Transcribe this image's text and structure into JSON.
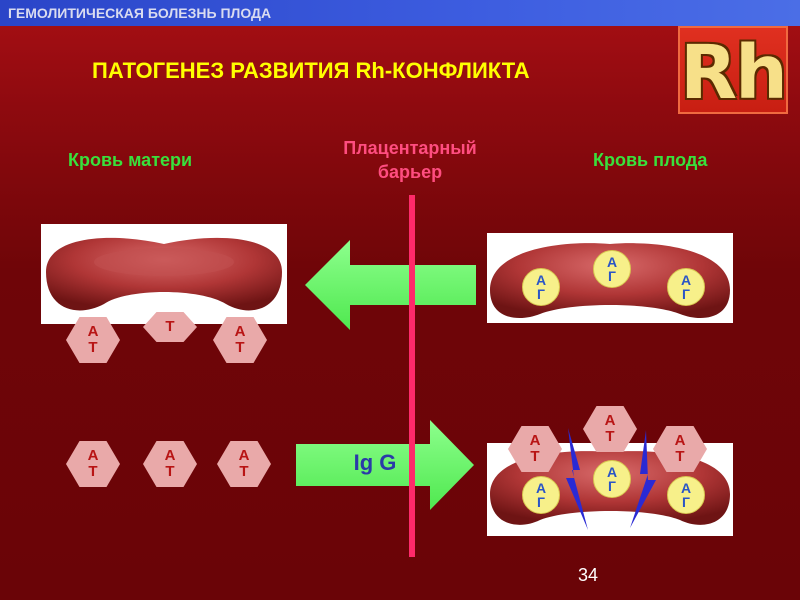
{
  "header": {
    "text": "ГЕМОЛИТИЧЕСКАЯ БОЛЕЗНЬ ПЛОДА"
  },
  "logo": {
    "text": "Rh"
  },
  "title": "ПАТОГЕНЕЗ РАЗВИТИЯ Rh-КОНФЛИКТА",
  "labels": {
    "mother": "Кровь матери",
    "barrier_line1": "Плацентарный",
    "barrier_line2": "барьер",
    "fetus": "Кровь плода"
  },
  "antibody": {
    "top": "А",
    "bottom": "Т"
  },
  "antigen": {
    "top": "А",
    "bottom": "Г"
  },
  "arrow_label": "Ig G",
  "page_number": "34",
  "colors": {
    "arrow": "#6cff6c",
    "barrier": "#ff2a6a",
    "title": "#ffff00",
    "labels": "#39e03c"
  }
}
